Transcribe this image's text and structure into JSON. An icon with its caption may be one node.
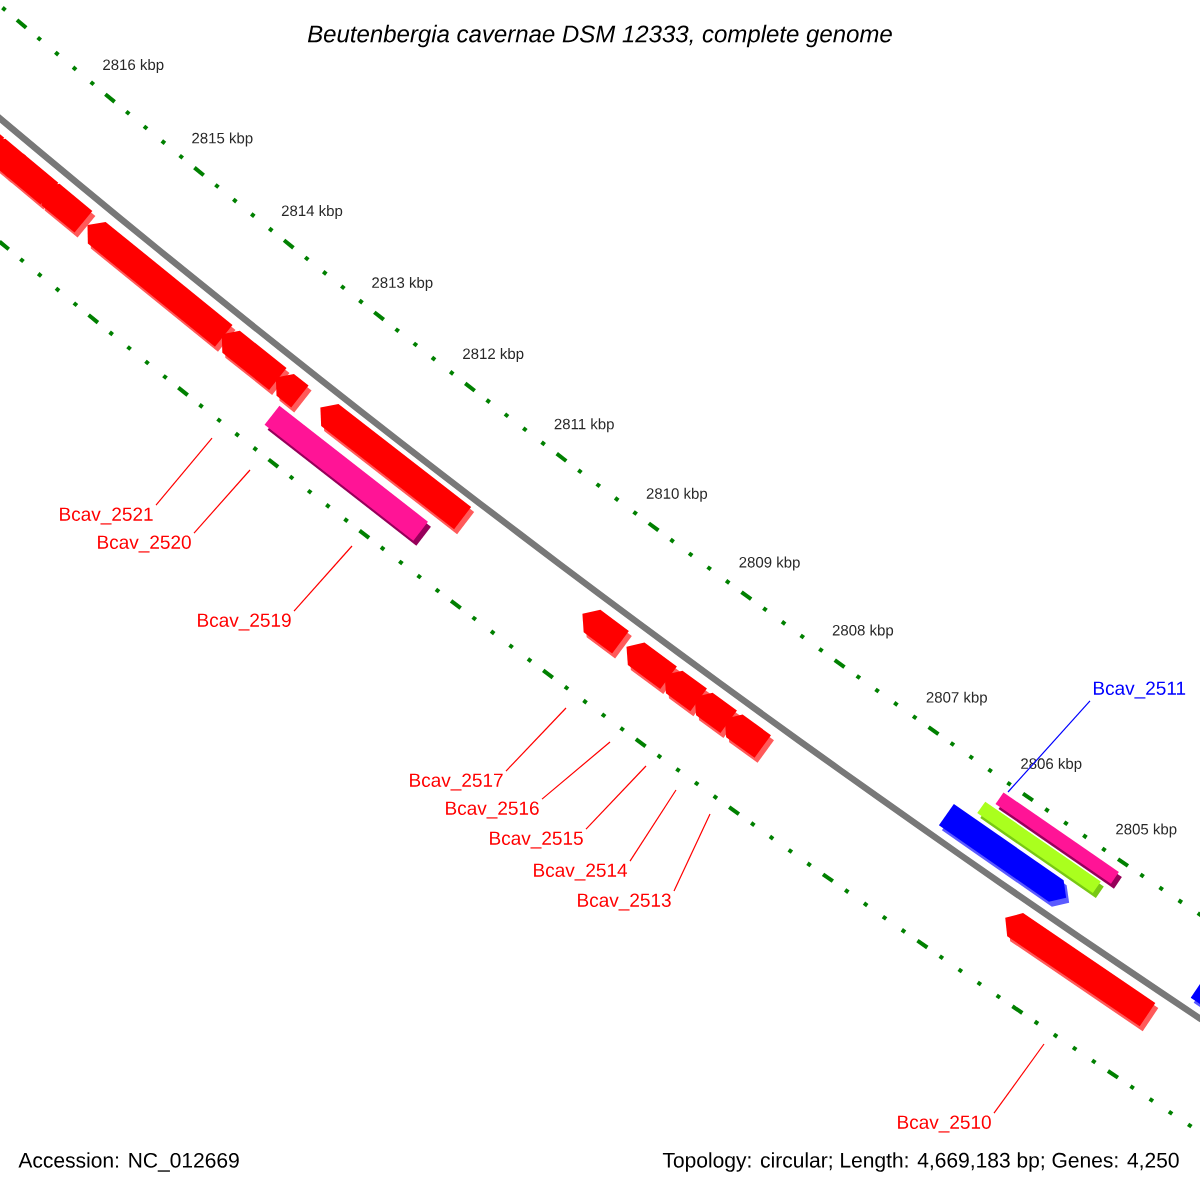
{
  "diagram": {
    "title": "*Beutenbergia cavernae* DSM 12333, complete genome",
    "nodes": [
      {
        "text": [
          "Bcav_2521"
        ]
      },
      {
        "text": [
          "Bcav_2520"
        ]
      },
      {
        "text": [
          "Bcav_2519"
        ]
      },
      {
        "text": [
          "Bcav_2511"
        ]
      },
      {
        "text": [
          "Bcav_2517"
        ]
      },
      {
        "text": [
          "Bcav_2516"
        ]
      },
      {
        "text": [
          "Bcav_2515"
        ]
      },
      {
        "text": [
          "Bcav_2514"
        ]
      },
      {
        "text": [
          "Bcav_2513"
        ]
      },
      {
        "text": [
          "Bcav_2510"
        ]
      }
    ],
    "edges": [
      {
        "from": 0,
        "to": null,
        "arrow": "none"
      },
      {
        "from": 1,
        "to": null,
        "arrow": "none"
      },
      {
        "from": 2,
        "to": null,
        "arrow": "none"
      },
      {
        "from": 3,
        "to": null,
        "arrow": "none",
        "color": "#0000ff"
      },
      {
        "from": 4,
        "to": null,
        "arrow": "none"
      },
      {
        "from": 5,
        "to": null,
        "arrow": "none"
      },
      {
        "from": 6,
        "to": null,
        "arrow": "none"
      },
      {
        "from": 7,
        "to": null,
        "arrow": "none"
      },
      {
        "from": 8,
        "to": null,
        "arrow": "none"
      },
      {
        "from": 9,
        "to": null,
        "arrow": "none"
      }
    ],
    "labels": [
      "2816 kbp",
      "2815 kbp",
      "2814 kbp",
      "2813 kbp",
      "2812 kbp",
      "2811 kbp",
      "2810 kbp",
      "2809 kbp",
      "2808 kbp",
      "2807 kbp",
      "2806 kbp",
      "2805 kbp",
      "Accession: NC_012669",
      "Topology: circular; Length: 4,669,183 bp; Genes: 4,250"
    ]
  }
}
